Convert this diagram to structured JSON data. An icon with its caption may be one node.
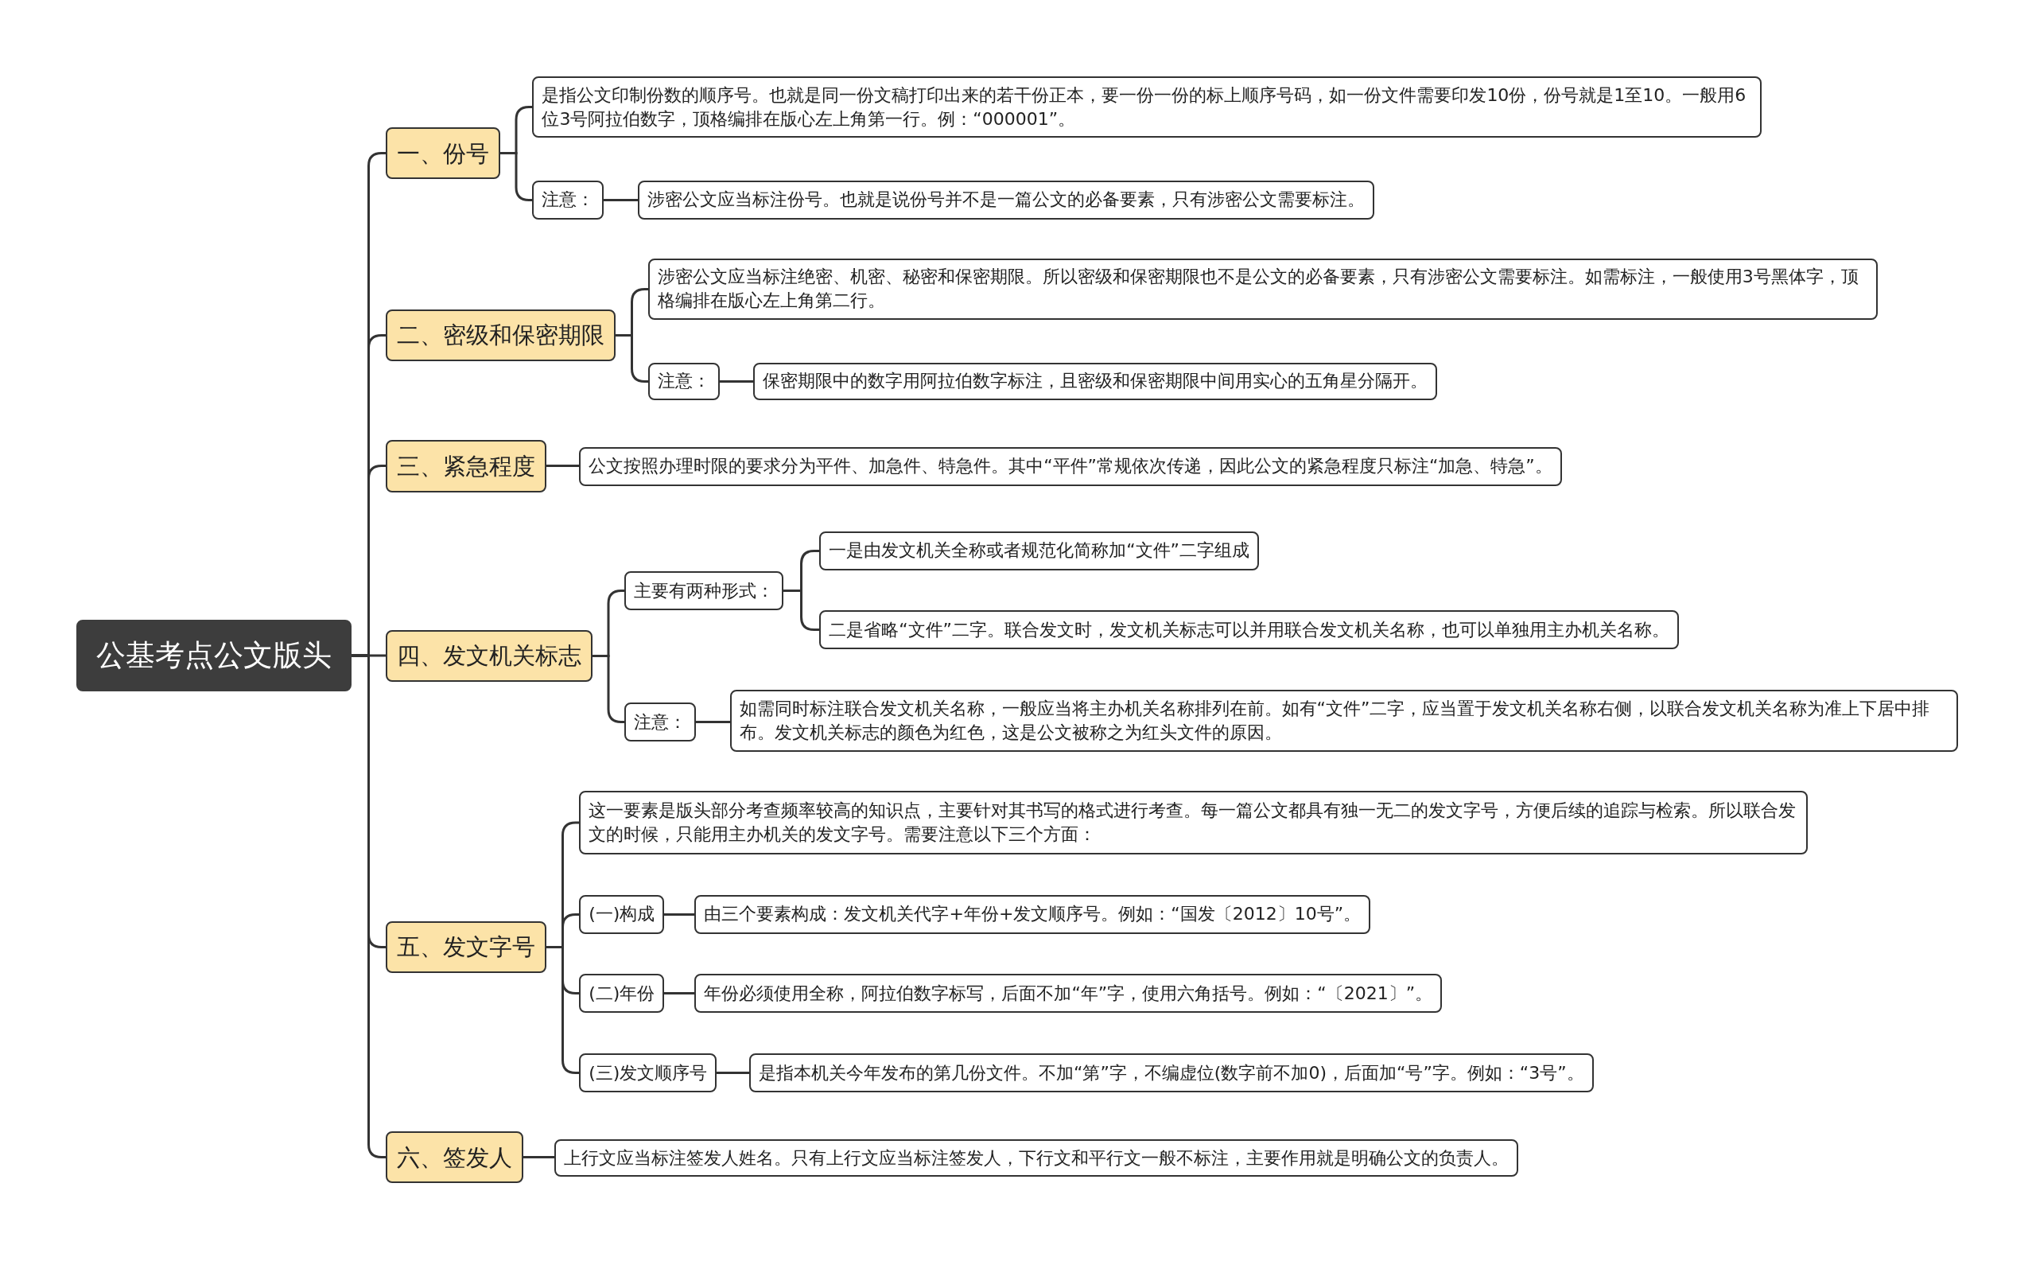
{
  "diagram": {
    "nodes": [
      {
        "text": [
          "公基考点公文版头"
        ]
      },
      {
        "text": [
          "一、份号"
        ]
      },
      {
        "text": [
          "是指公文印制份数的顺序号。也就是同一份文稿打印出来的若干份正本，要一份一份的标上顺序号码，如一份文件需要印发10份，份号就是1至10。一般用6位3号阿拉伯数字，顶格编排在版心左上角第一行。例：“000001”。"
        ]
      },
      {
        "text": [
          "注意："
        ]
      },
      {
        "text": [
          "涉密公文应当标注份号。也就是说份号并不是一篇公文的必备要素，只有涉密公文需要标注。"
        ]
      },
      {
        "text": [
          "二、密级和保密期限"
        ]
      },
      {
        "text": [
          "涉密公文应当标注绝密、机密、秘密和保密期限。所以密级和保密期限也不是公文的必备要素，只有涉密公文需要标注。如需标注，一般使用3号黑体字，顶格编排在版心左上角第二行。"
        ]
      },
      {
        "text": [
          "注意："
        ]
      },
      {
        "text": [
          "保密期限中的数字用阿拉伯数字标注，且密级和保密期限中间用实心的五角星分隔开。"
        ]
      },
      {
        "text": [
          "三、紧急程度"
        ]
      },
      {
        "text": [
          "公文按照办理时限的要求分为平件、加急件、特急件。其中“平件”常规依次传递，因此公文的紧急程度只标注“加急、特急”。"
        ]
      },
      {
        "text": [
          "四、发文机关标志"
        ]
      },
      {
        "text": [
          "主要有两种形式："
        ]
      },
      {
        "text": [
          "一是由发文机关全称或者规范化简称加“文件”二字组成"
        ]
      },
      {
        "text": [
          "二是省略“文件”二字。联合发文时，发文机关标志可以并用联合发文机关名称，也可以单独用主办机关名称。"
        ]
      },
      {
        "text": [
          "注意："
        ]
      },
      {
        "text": [
          "如需同时标注联合发文机关名称，一般应当将主办机关名称排列在前。如有“文件”二字，应当置于发文机关名称右侧，以联合发文机关名称为准上下居中排布。发文机关标志的颜色为红色，这是公文被称之为红头文件的原因。"
        ]
      },
      {
        "text": [
          "五、发文字号"
        ]
      },
      {
        "text": [
          "这一要素是版头部分考查频率较高的知识点，主要针对其书写的格式进行考查。每一篇公文都具有独一无二的发文字号，方便后续的追踪与检索。所以联合发文的时候，只能用主办机关的发文字号。需要注意以下三个方面："
        ]
      },
      {
        "text": [
          "(一)构成"
        ]
      },
      {
        "text": [
          "由三个要素构成：发文机关代字+年份+发文顺序号。例如：“国发〔2012〕10号”。"
        ]
      },
      {
        "text": [
          "(二)年份"
        ]
      },
      {
        "text": [
          "年份必须使用全称，阿拉伯数字标写，后面不加“年”字，使用六角括号。例如：“〔2021〕”。"
        ]
      },
      {
        "text": [
          "(三)发文顺序号"
        ]
      },
      {
        "text": [
          "是指本机关今年发布的第几份文件。不加“第”字，不编虚位(数字前不加0)，后面加“号”字。例如：“3号”。"
        ]
      },
      {
        "text": [
          "六、签发人"
        ]
      },
      {
        "text": [
          "上行文应当标注签发人姓名。只有上行文应当标注签发人，下行文和平行文一般不标注，主要作用就是明确公文的负责人。"
        ]
      }
    ],
    "edges": [
      {
        "from": 0,
        "to": 1,
        "arrow": "none"
      },
      {
        "from": 1,
        "to": 2,
        "arrow": "none"
      },
      {
        "from": 1,
        "to": 3,
        "arrow": "none"
      },
      {
        "from": 3,
        "to": 4,
        "arrow": "none"
      },
      {
        "from": 0,
        "to": 5,
        "arrow": "none"
      },
      {
        "from": 5,
        "to": 6,
        "arrow": "none"
      },
      {
        "from": 5,
        "to": 7,
        "arrow": "none"
      },
      {
        "from": 7,
        "to": 8,
        "arrow": "none"
      },
      {
        "from": 0,
        "to": 9,
        "arrow": "none"
      },
      {
        "from": 9,
        "to": 10,
        "arrow": "none"
      },
      {
        "from": 0,
        "to": 11,
        "arrow": "none"
      },
      {
        "from": 11,
        "to": 12,
        "arrow": "none"
      },
      {
        "from": 12,
        "to": 13,
        "arrow": "none"
      },
      {
        "from": 12,
        "to": 14,
        "arrow": "none"
      },
      {
        "from": 11,
        "to": 15,
        "arrow": "none"
      },
      {
        "from": 15,
        "to": 16,
        "arrow": "none"
      },
      {
        "from": 0,
        "to": 17,
        "arrow": "none"
      },
      {
        "from": 17,
        "to": 18,
        "arrow": "none"
      },
      {
        "from": 17,
        "to": 19,
        "arrow": "none"
      },
      {
        "from": 19,
        "to": 20,
        "arrow": "none"
      },
      {
        "from": 17,
        "to": 21,
        "arrow": "none"
      },
      {
        "from": 21,
        "to": 22,
        "arrow": "none"
      },
      {
        "from": 17,
        "to": 23,
        "arrow": "none"
      },
      {
        "from": 23,
        "to": 24,
        "arrow": "none"
      },
      {
        "from": 0,
        "to": 25,
        "arrow": "none"
      },
      {
        "from": 25,
        "to": 26,
        "arrow": "none"
      }
    ]
  }
}
